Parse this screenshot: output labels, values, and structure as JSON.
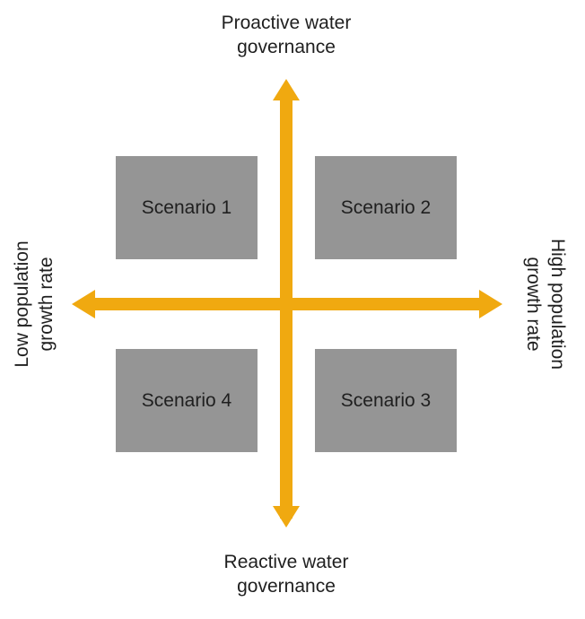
{
  "colors": {
    "axis": "#F0A910",
    "box": "#959595",
    "text": "#1f1f1f"
  },
  "axes": {
    "top": {
      "line1": "Proactive water",
      "line2": "governance"
    },
    "bottom": {
      "line1": "Reactive water",
      "line2": "governance"
    },
    "left": {
      "line1": "Low population",
      "line2": "growth rate"
    },
    "right": {
      "line1": "High population",
      "line2": "growth rate"
    }
  },
  "scenarios": {
    "s1": "Scenario 1",
    "s2": "Scenario 2",
    "s3": "Scenario 3",
    "s4": "Scenario 4"
  }
}
